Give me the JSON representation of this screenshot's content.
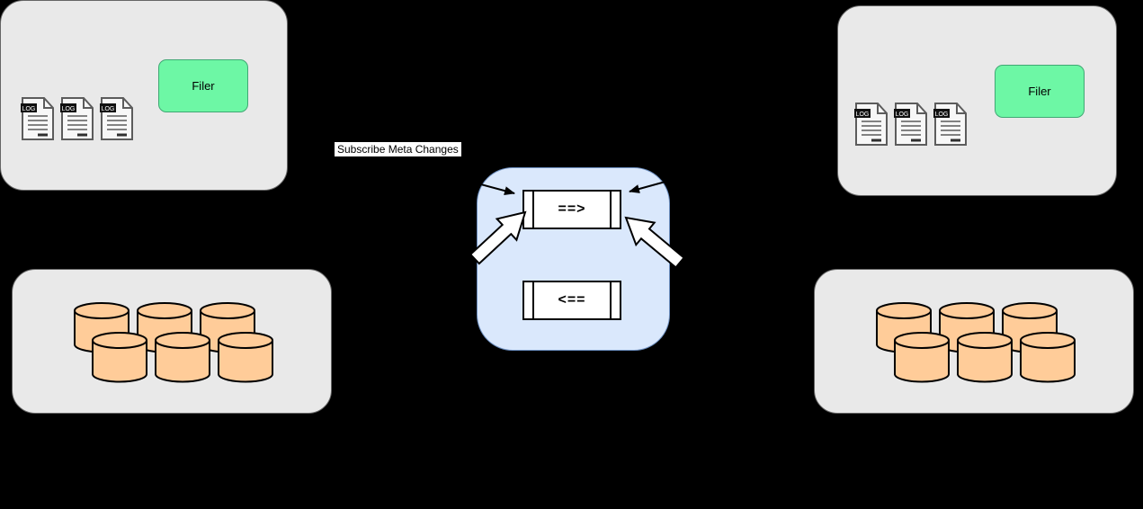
{
  "center": {
    "subscribe_label": "Subscribe Meta Changes",
    "forward_symbol": "==>",
    "backward_symbol": "<=="
  },
  "left_cluster": {
    "filer_label": "Filer",
    "log_badge": "LOG"
  },
  "right_cluster": {
    "filer_label": "Filer",
    "log_badge": "LOG"
  },
  "icons": {
    "log_document": "log-file-icon",
    "database": "database-cylinder-icon",
    "sync_forward": "hollow-arrow-icon",
    "sync_return": "hollow-arrow-icon"
  },
  "colors": {
    "background": "#000000",
    "panel_fill": "#e9e9e9",
    "panel_border": "#666666",
    "filer_fill": "#6df7a5",
    "filer_border": "#40a874",
    "center_fill": "#dae8fc",
    "center_border": "#6c8ebf",
    "process_fill": "#ffffff",
    "process_border": "#000000",
    "cylinder_fill": "#ffcc99",
    "cylinder_stroke": "#000000",
    "doc_fill": "#f7f7f7",
    "doc_stroke": "#5c5c5c",
    "badge_fill": "#111111",
    "badge_text": "#ffffff",
    "label_bg": "#ffffff",
    "label_text": "#000000",
    "arrow_color": "#000000"
  }
}
